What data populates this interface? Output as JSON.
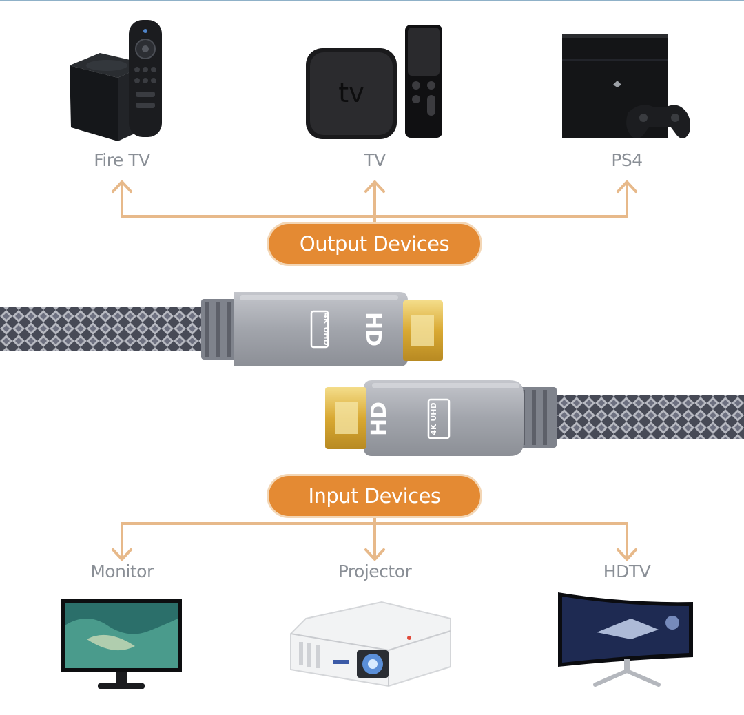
{
  "output_label": "Output Devices",
  "input_label": "Input Devices",
  "output_devices": [
    {
      "label": "Fire TV"
    },
    {
      "label": "TV"
    },
    {
      "label": "PS4"
    }
  ],
  "input_devices": [
    {
      "label": "Monitor"
    },
    {
      "label": "Projector"
    },
    {
      "label": "HDTV"
    }
  ],
  "device_marks": {
    "tv_box_text": "tv",
    "plug_text": "HD",
    "plug_badge": "4K UHD"
  },
  "colors": {
    "accent": "#e48a33",
    "connector_line": "#e7b98a",
    "label_text": "#8a8f96",
    "cable_gray": "#a8aab0",
    "gold": "#e2b84a"
  }
}
